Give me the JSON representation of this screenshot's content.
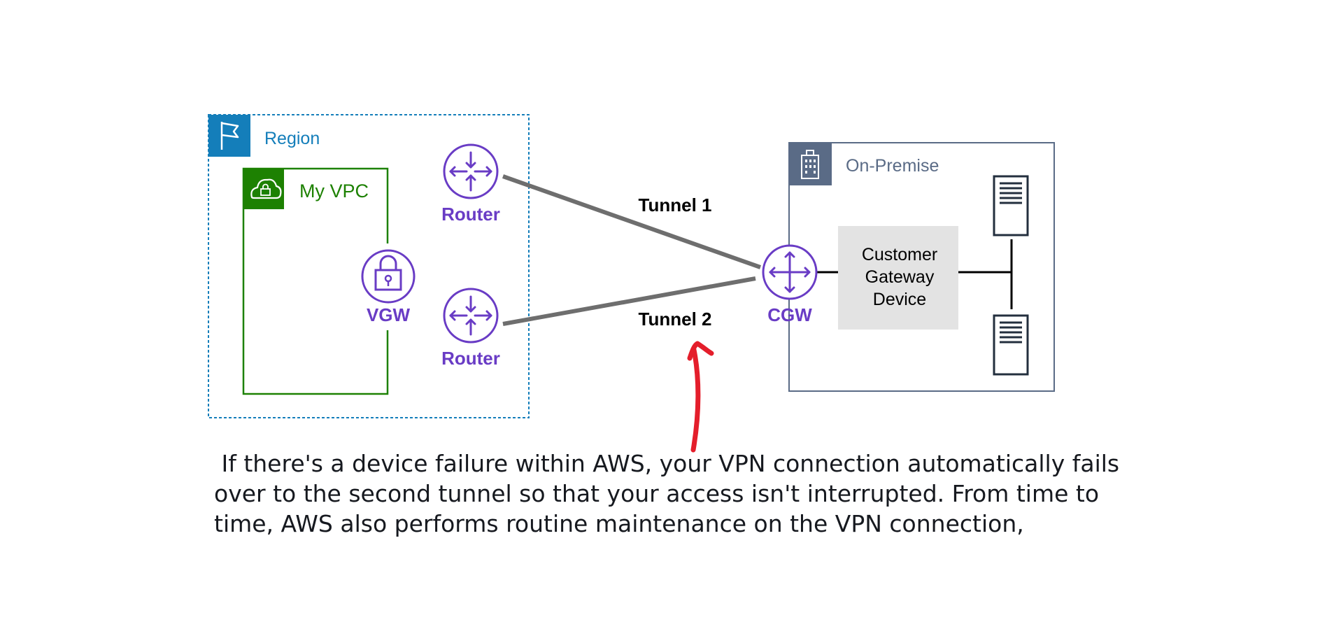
{
  "region": {
    "label": "Region",
    "icon": "flag-icon",
    "color": "#147eba"
  },
  "vpc": {
    "label": "My VPC",
    "icon": "cloud-lock-icon",
    "color": "#1d8102"
  },
  "vgw": {
    "label": "VGW",
    "icon": "lock-icon",
    "color": "#693cc5"
  },
  "routers": [
    {
      "label": "Router",
      "icon": "router-arrows-icon"
    },
    {
      "label": "Router",
      "icon": "router-arrows-icon"
    }
  ],
  "tunnels": [
    {
      "label": "Tunnel 1"
    },
    {
      "label": "Tunnel 2"
    }
  ],
  "cgw": {
    "label": "CGW",
    "icon": "router-arrows-icon",
    "color": "#693cc5"
  },
  "on_premise": {
    "label": "On-Premise",
    "icon": "building-icon",
    "color": "#5a6b86"
  },
  "customer_gateway": {
    "lines": [
      "Customer",
      "Gateway",
      "Device"
    ]
  },
  "servers": [
    {
      "icon": "server-icon"
    },
    {
      "icon": "server-icon"
    }
  ],
  "annotation": {
    "icon": "red-arrow-icon",
    "color": "#e41e2b"
  },
  "caption": {
    "lines": [
      " If there's a device failure within AWS, your VPN connection automatically fails",
      "over to the second tunnel so that your access isn't interrupted. From time to",
      "time, AWS also performs routine maintenance on the VPN connection,"
    ]
  }
}
